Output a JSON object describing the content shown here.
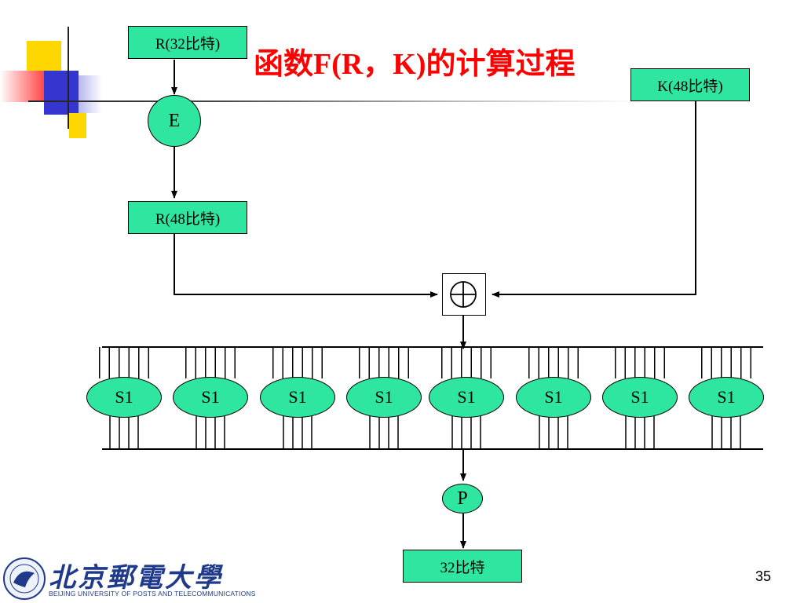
{
  "title": "函数F(R，K)的计算过程",
  "nodes": {
    "r32": "R(32比特)",
    "k48": "K(48比特)",
    "e": "E",
    "r48": "R(48比特)",
    "p": "P",
    "out": "32比特"
  },
  "sboxes": [
    "S1",
    "S1",
    "S1",
    "S1",
    "S1",
    "S1",
    "S1",
    "S1"
  ],
  "footer": {
    "logo_cn": "北京郵電大學",
    "logo_en": "BEIJING UNIVERSITY OF POSTS AND TELECOMMUNICATIONS",
    "page_number": "35"
  },
  "colors": {
    "node_fill": "#2ee6a0",
    "title": "#ff0000",
    "accent_yellow": "#ffd700",
    "accent_blue": "#3333cc",
    "accent_red": "#ff3333"
  }
}
